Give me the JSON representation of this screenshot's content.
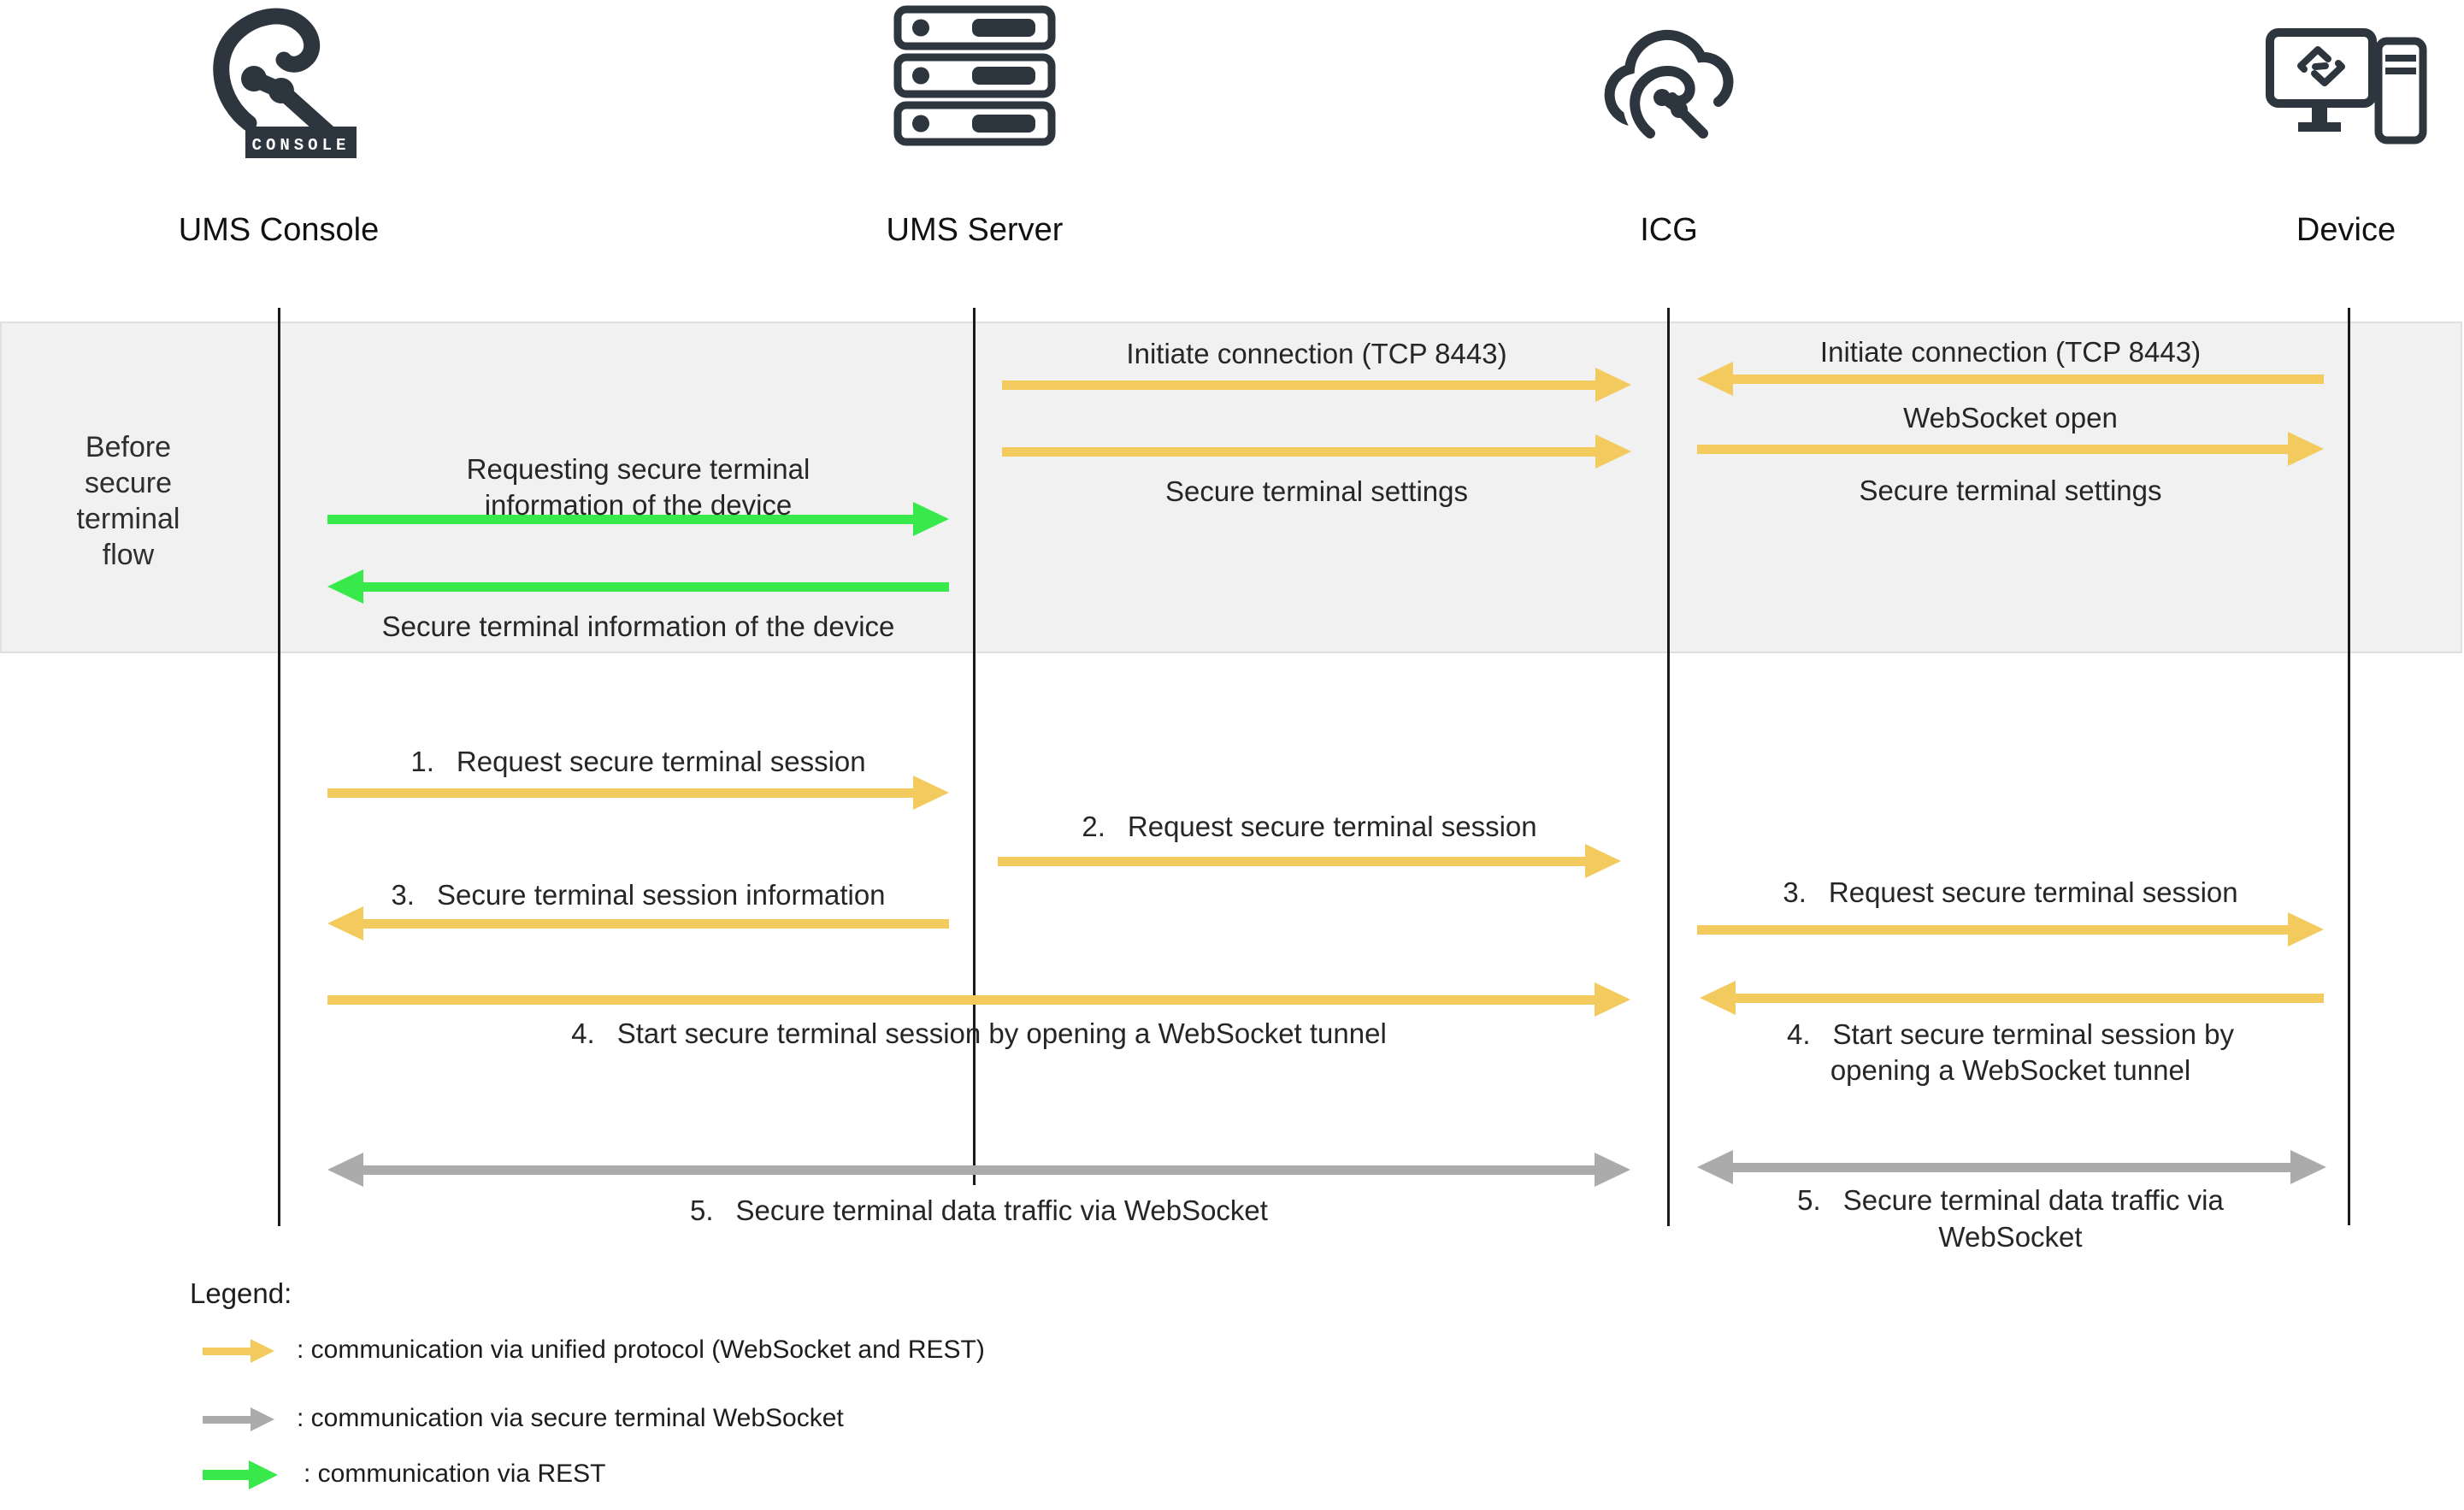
{
  "colors": {
    "unified_yellow": "#f2ca5e",
    "terminal_gray": "#ababab",
    "rest_green": "#37e94b",
    "icon_dark": "#2d363e",
    "band_bg": "#f1f1f1",
    "lifeline": "#1a1a1a"
  },
  "entities": [
    {
      "name": "UMS Console",
      "badge": "CONSOLE"
    },
    {
      "name": "UMS Server"
    },
    {
      "name": "ICG"
    },
    {
      "name": "Device"
    }
  ],
  "phase": {
    "lines": [
      "Before",
      "secure",
      "terminal",
      "flow"
    ]
  },
  "band": {
    "srv_icg": {
      "initiate": "Initiate connection (TCP 8443)",
      "settings": "Secure terminal settings"
    },
    "icg_dev": {
      "initiate": "Initiate connection (TCP 8443)",
      "ws_open": "WebSocket open",
      "settings": "Secure terminal settings"
    },
    "console_srv": {
      "request_line1": "Requesting secure terminal",
      "request_line2": "information of the device",
      "response": "Secure terminal information of the device"
    }
  },
  "steps": {
    "s1": {
      "num": "1.",
      "text": "Request secure terminal session"
    },
    "s2": {
      "num": "2.",
      "text": "Request secure terminal session"
    },
    "s3_left": {
      "num": "3.",
      "text": "Secure terminal session information"
    },
    "s3_right": {
      "num": "3.",
      "text": "Request secure terminal session"
    },
    "s4_left": {
      "num": "4.",
      "text": "Start secure terminal session by opening a WebSocket tunnel"
    },
    "s4_right": {
      "num": "4.",
      "line1": "Start secure terminal session by",
      "line2": "opening a WebSocket tunnel"
    },
    "s5_left": {
      "num": "5.",
      "text": "Secure terminal data traffic via WebSocket"
    },
    "s5_right": {
      "num": "5.",
      "line1": "Secure terminal data traffic via",
      "line2": "WebSocket"
    }
  },
  "legend": {
    "title": "Legend:",
    "items": [
      {
        "color": "#f2ca5e",
        "label": ": communication via unified protocol (WebSocket and REST)"
      },
      {
        "color": "#ababab",
        "label": ": communication via secure terminal WebSocket"
      },
      {
        "color": "#37e94b",
        "label": ": communication via REST"
      }
    ]
  }
}
